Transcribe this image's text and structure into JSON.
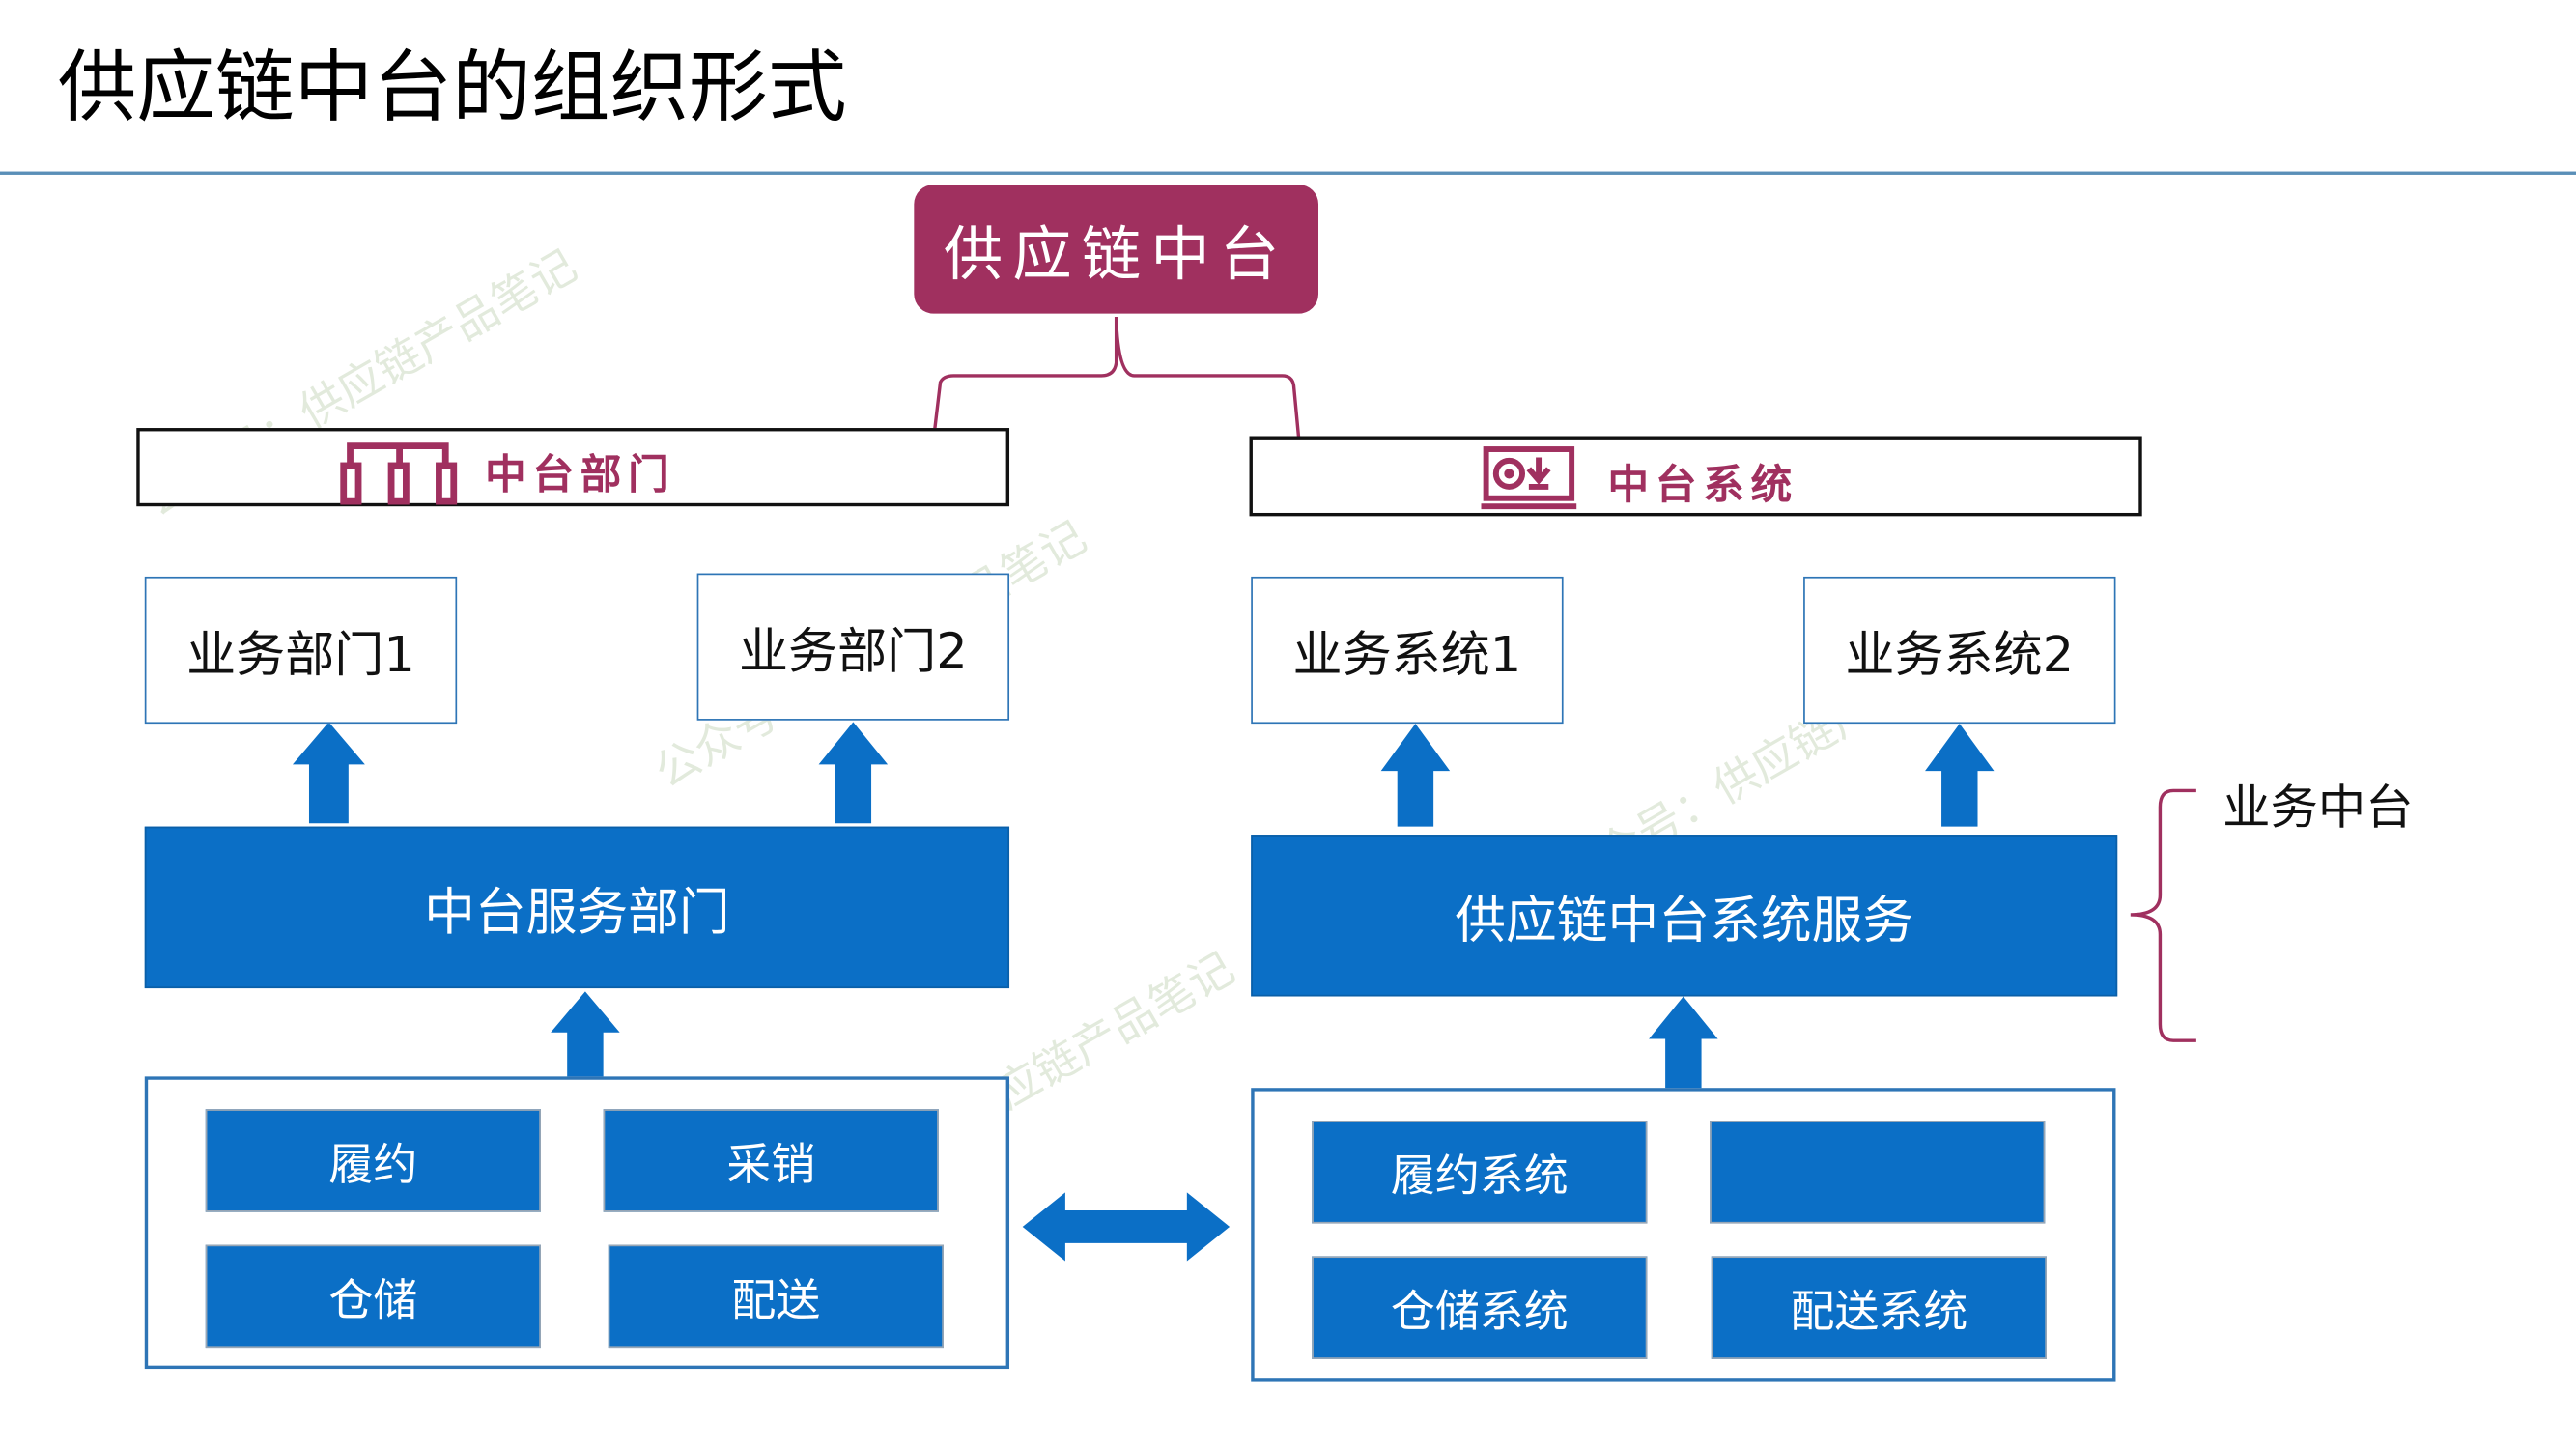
{
  "title": "供应链中台的组织形式",
  "top_node": "供应链中台",
  "left": {
    "header": "中台部门",
    "header_icon": "org-chart-icon",
    "outputs": [
      "业务部门1",
      "业务部门2"
    ],
    "service": "中台服务部门",
    "modules": [
      "履约",
      "采销",
      "仓储",
      "配送"
    ]
  },
  "right": {
    "header": "中台系统",
    "header_icon": "monitor-download-icon",
    "outputs": [
      "业务系统1",
      "业务系统2"
    ],
    "service": "供应链中台系统服务",
    "modules": [
      "履约系统",
      "",
      "仓储系统",
      "配送系统"
    ]
  },
  "brace_label": "业务中台",
  "watermark": "公众号：供应链产品笔记",
  "colors": {
    "accent": "#a0305f",
    "block": "#0b6fc6",
    "border": "#2e75b6",
    "rule": "#5a8fb8"
  }
}
